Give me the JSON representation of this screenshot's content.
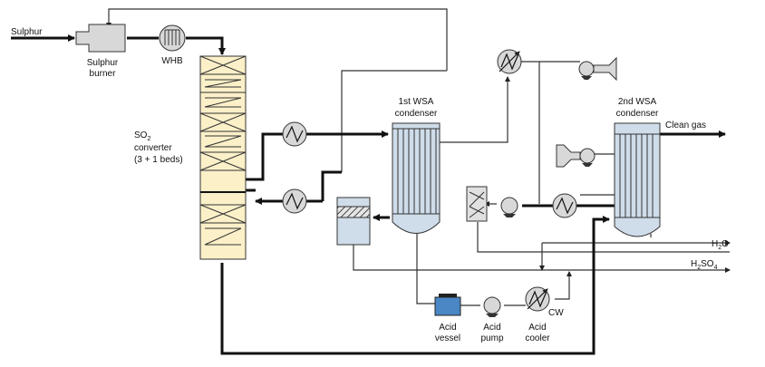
{
  "labels": {
    "sulphur_in": "Sulphur",
    "sulphur_burner_1": "Sulphur",
    "sulphur_burner_2": "burner",
    "whb": "WHB",
    "so2_main": "SO",
    "so2_sub": "2",
    "converter": "converter",
    "beds": "(3 + 1 beds)",
    "wsa1_1": "1st WSA",
    "wsa1_2": "condenser",
    "wsa2_1": "2nd WSA",
    "wsa2_2": "condenser",
    "clean_gas": "Clean gas",
    "h2o_main": "H",
    "h2o_sub": "2",
    "h2o_tail": "O",
    "h2so4_h": "H",
    "h2so4_sub2": "2",
    "h2so4_so": "SO",
    "h2so4_sub4": "4",
    "cw": "CW",
    "acid_vessel_1": "Acid",
    "acid_vessel_2": "vessel",
    "acid_pump_1": "Acid",
    "acid_pump_2": "pump",
    "acid_cooler_1": "Acid",
    "acid_cooler_2": "cooler"
  },
  "colors": {
    "converter_fill": "#fbf0c8",
    "vessel_fill": "#cfdcea",
    "acid_vessel_fill": "#4a87c4",
    "equipment_fill": "#d8d8d8",
    "line": "#111111"
  }
}
